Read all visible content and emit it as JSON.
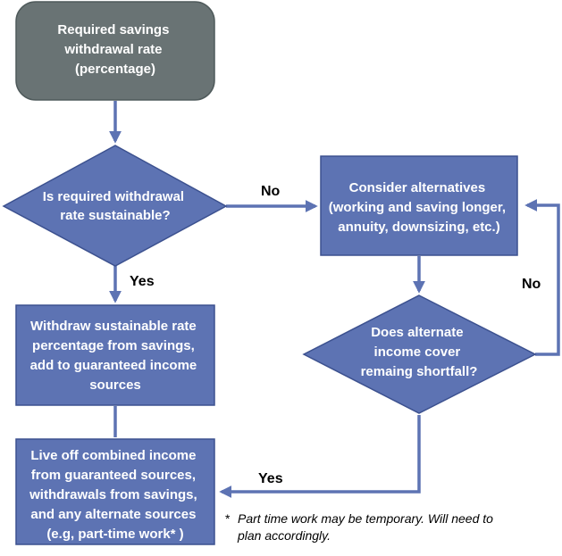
{
  "colors": {
    "start_fill": "#697374",
    "start_stroke": "#4f5a5b",
    "node_fill": "#5d73b3",
    "node_stroke": "#3c518f",
    "arrow": "#5d73b3"
  },
  "nodes": {
    "start": {
      "lines": [
        "Required savings",
        "withdrawal rate",
        "(percentage)"
      ]
    },
    "decision_sustainable": {
      "lines": [
        "Is required withdrawal",
        "rate sustainable?"
      ]
    },
    "consider_alternatives": {
      "lines": [
        "Consider  alternatives",
        "(working and saving longer,",
        "annuity, downsizing, etc.)"
      ]
    },
    "withdraw": {
      "lines": [
        "Withdraw sustainable rate",
        "percentage from savings,",
        "add to guaranteed income",
        "sources"
      ]
    },
    "decision_alternate": {
      "lines": [
        "Does alternate",
        "income cover",
        "remaing shortfall?"
      ]
    },
    "live_off": {
      "lines": [
        "Live off combined income",
        "from  guaranteed sources,",
        "withdrawals from savings,",
        "and any alternate sources",
        "(e.g, part-time work* )"
      ]
    }
  },
  "edge_labels": {
    "no_to_alternatives": "No",
    "yes_to_withdraw": "Yes",
    "no_loop_back": "No",
    "yes_to_live_off": "Yes"
  },
  "footnote": {
    "marker": "*",
    "line1": "Part time work may be temporary. Will need to",
    "line2": "plan accordingly."
  }
}
